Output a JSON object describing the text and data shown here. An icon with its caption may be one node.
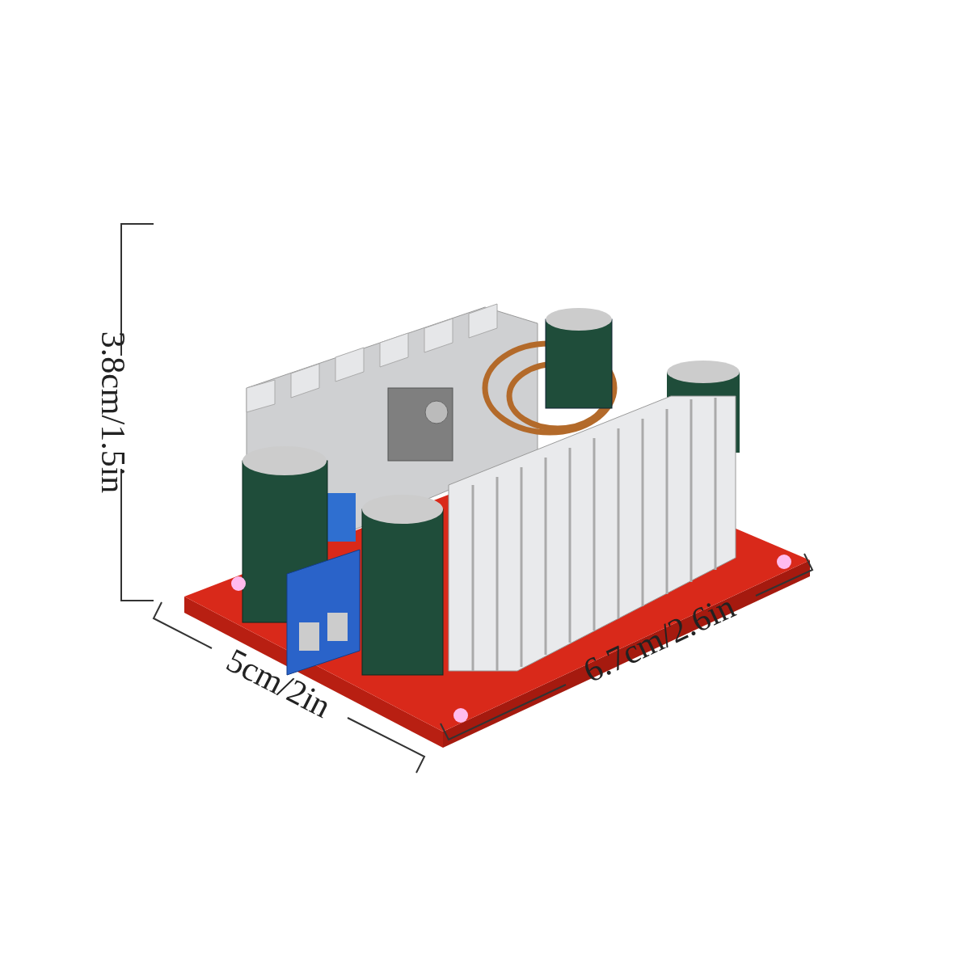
{
  "diagram": {
    "labels": [
      "3.8cm/1.5in",
      "5cm/2in",
      "6.7cm/2.6in"
    ]
  }
}
